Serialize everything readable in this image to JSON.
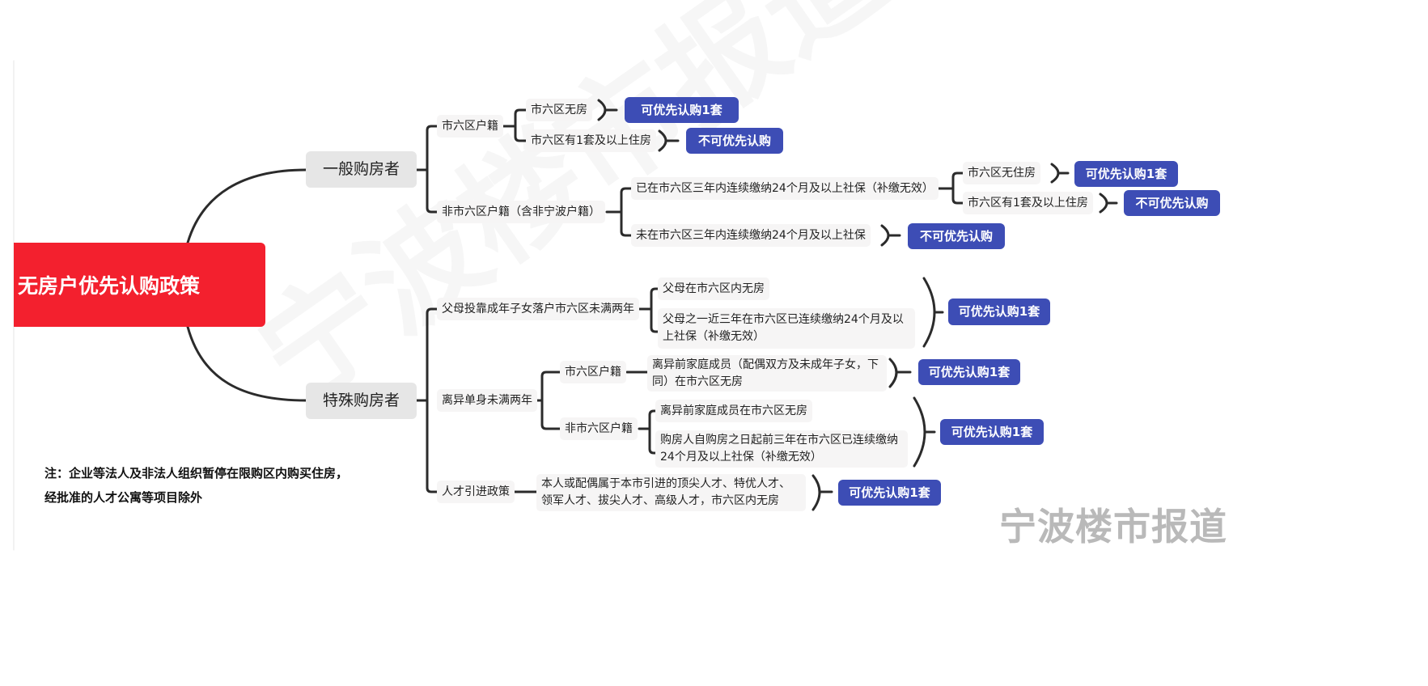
{
  "root": "无房户优先认购政策",
  "general": {
    "label": "一般购房者",
    "local": {
      "label": "市六区户籍",
      "no_house": "市六区无房",
      "has_house": "市六区有1套及以上住房",
      "res_yes": "可优先认购1套",
      "res_no": "不可优先认购"
    },
    "nonlocal": {
      "label": "非市六区户籍（含非宁波户籍）",
      "paid": "已在市六区三年内连续缴纳24个月及以上社保（补缴无效）",
      "no_house": "市六区无住房",
      "has_house": "市六区有1套及以上住房",
      "res_yes": "可优先认购1套",
      "res_no": "不可优先认购",
      "not_paid": "未在市六区三年内连续缴纳24个月及以上社保",
      "res_not_paid": "不可优先认购"
    }
  },
  "special": {
    "label": "特殊购房者",
    "parents": {
      "label": "父母投靠成年子女落户市六区未满两年",
      "c1": "父母在市六区内无房",
      "c2": "父母之一近三年在市六区已连续缴纳24个月及以上社保（补缴无效）",
      "res": "可优先认购1套"
    },
    "divorce": {
      "label": "离异单身未满两年",
      "local": "市六区户籍",
      "local_c": "离异前家庭成员（配偶双方及未成年子女，下同）在市六区无房",
      "local_res": "可优先认购1套",
      "nonlocal": "非市六区户籍",
      "nl_c1": "离异前家庭成员在市六区无房",
      "nl_c2": "购房人自购房之日起前三年在市六区已连续缴纳24个月及以上社保（补缴无效）",
      "nonlocal_res": "可优先认购1套"
    },
    "talent": {
      "label": "人才引进政策",
      "c": "本人或配偶属于本市引进的顶尖人才、特优人才、领军人才、拔尖人才、高级人才，市六区内无房",
      "res": "可优先认购1套"
    }
  },
  "note": {
    "line1": "注：企业等法人及非法人组织暂停在限购区内购买住房，",
    "line2": "经批准的人才公寓等项目除外"
  },
  "watermark": "宁波楼市报道",
  "colors": {
    "root": "#f3202e",
    "result": "#3d4db5",
    "line": "#2b2b2b"
  }
}
